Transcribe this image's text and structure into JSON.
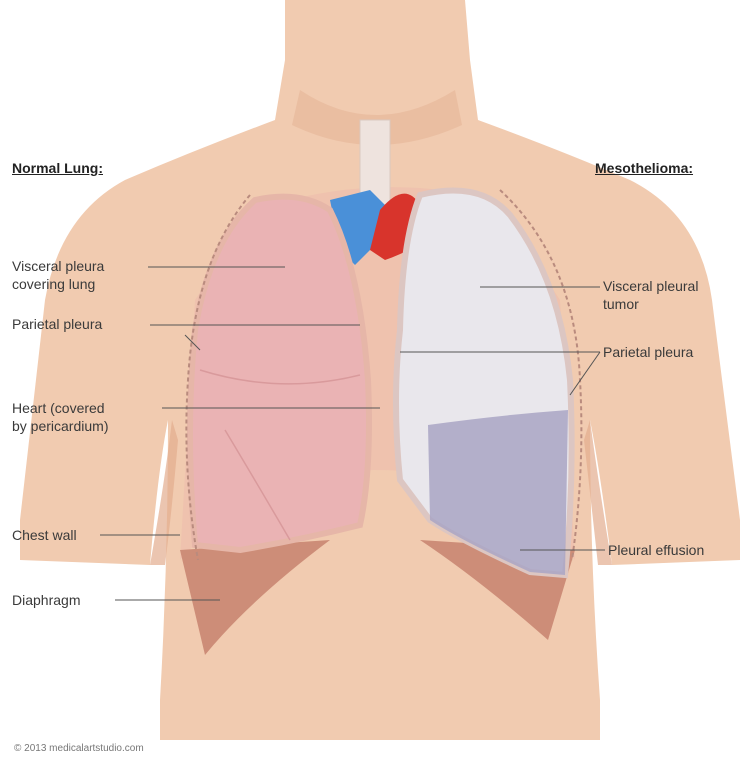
{
  "headings": {
    "left": "Normal Lung:",
    "right": "Mesothelioma:"
  },
  "left_labels": {
    "visceral_line1": "Visceral pleura",
    "visceral_line2": "covering lung",
    "parietal": "Parietal pleura",
    "heart_line1": "Heart (covered",
    "heart_line2": "by pericardium)",
    "chest_wall": "Chest wall",
    "diaphragm": "Diaphragm"
  },
  "right_labels": {
    "tumor_line1": "Visceral pleural",
    "tumor_line2": "tumor",
    "parietal": "Parietal pleura",
    "effusion": "Pleural effusion"
  },
  "copyright": "© 2013 medicalartstudio.com",
  "colors": {
    "skin": "#f1cbb0",
    "skin_shadow": "#e2ad8e",
    "lung_normal": "#eab3b4",
    "lung_tumor": "#e9e7ec",
    "effusion": "#a9a5c4",
    "diaphragm": "#cd8d78",
    "vein": "#4a90d8",
    "artery": "#d8342c"
  }
}
